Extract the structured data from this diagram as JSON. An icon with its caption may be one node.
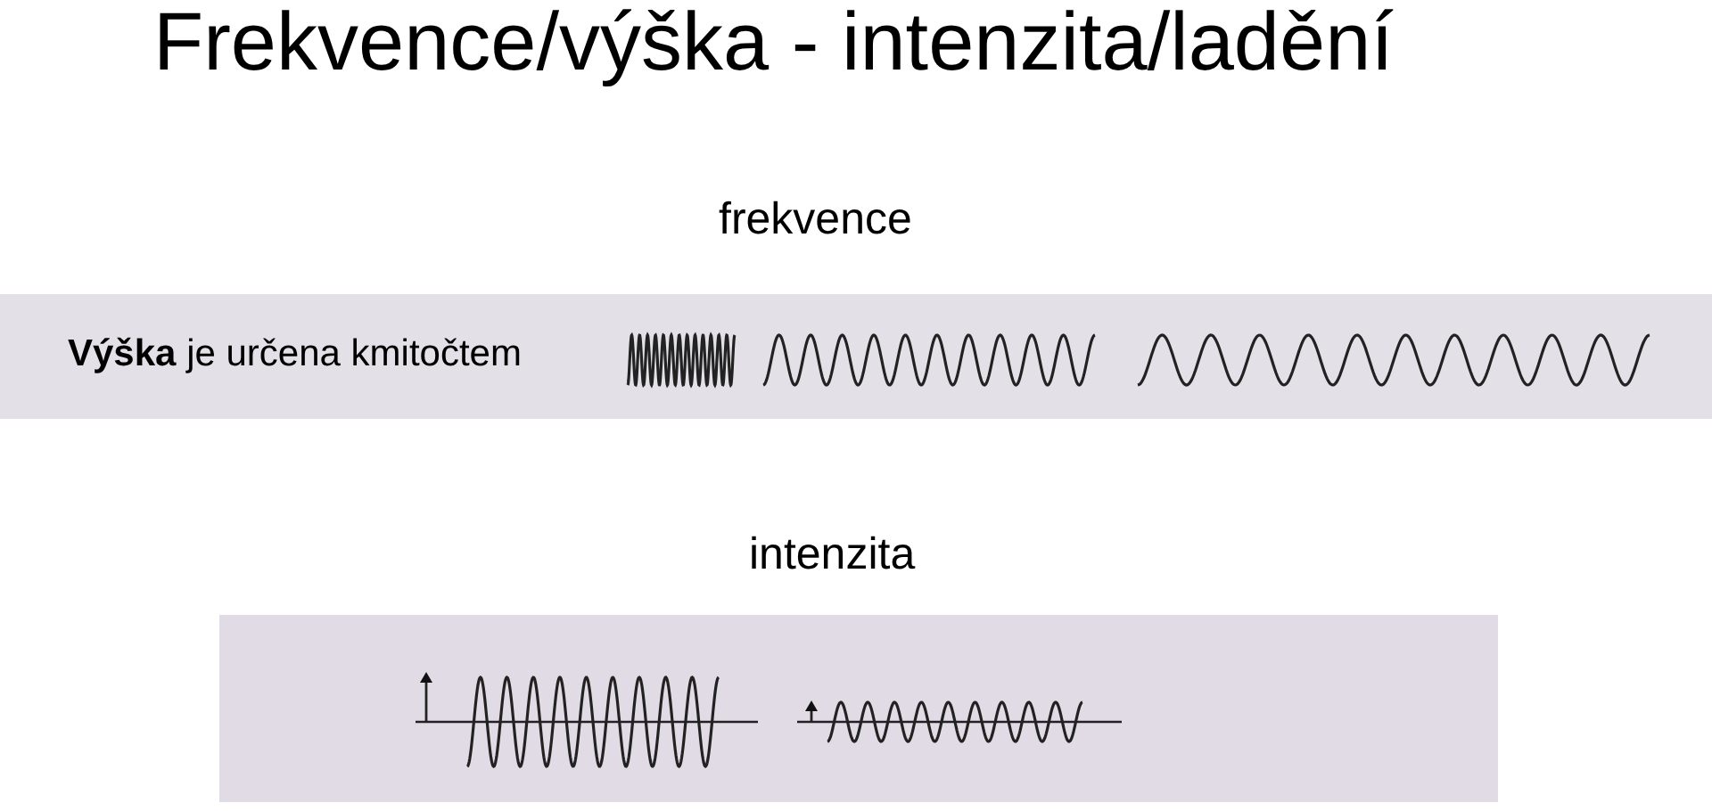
{
  "diagram": {
    "title": "Frekvence/výška - intenzita/ladění",
    "labels": [
      "frekvence",
      "**Výška** je určena kmitočtem",
      "intenzita"
    ]
  }
}
